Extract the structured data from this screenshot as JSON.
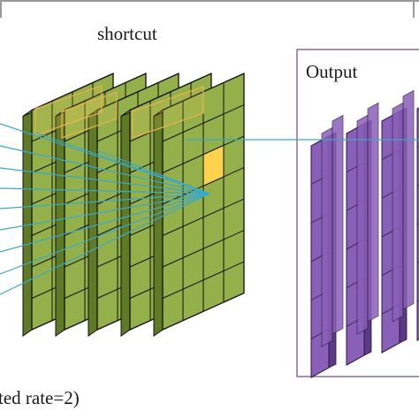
{
  "labels": {
    "shortcut": "shortcut",
    "output": "Output",
    "caption": "ted rate=2)"
  },
  "colors": {
    "input_cell": "#94b04a",
    "input_cell_top": "#a9c25e",
    "input_cell_side": "#5f7a26",
    "grid_line": "#111111",
    "highlight_cell": "#ffd24d",
    "output_face": "#8a5fb8",
    "output_side": "#5d3a85",
    "output_top": "#a27ccb",
    "connection_line": "#3aa9c9",
    "receptive_box": "#e8b24a",
    "output_frame": "#8a6a9e"
  },
  "diagram": {
    "input_layers": 5,
    "input_grid": {
      "rows": 7,
      "cols": 4
    },
    "output_layers": 4,
    "output_rows": 6,
    "highlight_center": "row 3, col 2 of front input layer",
    "connection_lines": 9
  }
}
